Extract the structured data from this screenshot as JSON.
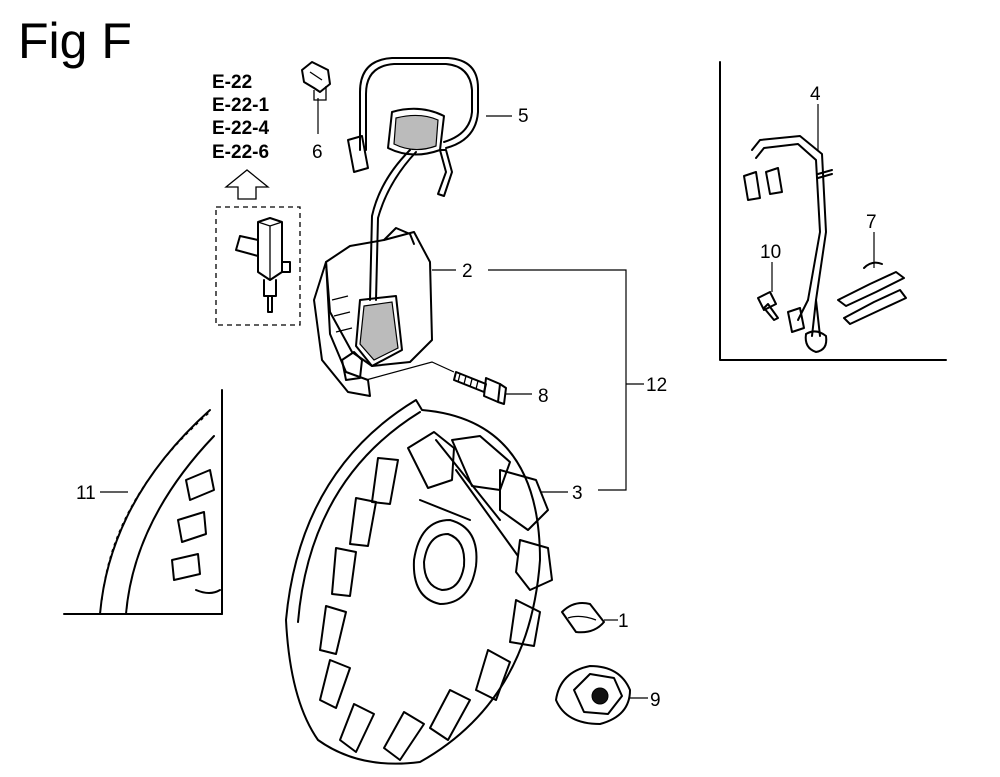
{
  "figure": {
    "title": "Fig F",
    "reference_codes": [
      "E-22",
      "E-22-1",
      "E-22-4",
      "E-22-6"
    ]
  },
  "callouts": [
    {
      "id": "c1",
      "label": "1"
    },
    {
      "id": "c2",
      "label": "2"
    },
    {
      "id": "c3",
      "label": "3"
    },
    {
      "id": "c4",
      "label": "4"
    },
    {
      "id": "c5",
      "label": "5"
    },
    {
      "id": "c6",
      "label": "6"
    },
    {
      "id": "c7",
      "label": "7"
    },
    {
      "id": "c8",
      "label": "8"
    },
    {
      "id": "c9",
      "label": "9"
    },
    {
      "id": "c10",
      "label": "10"
    },
    {
      "id": "c11",
      "label": "11"
    },
    {
      "id": "c12",
      "label": "12"
    }
  ]
}
